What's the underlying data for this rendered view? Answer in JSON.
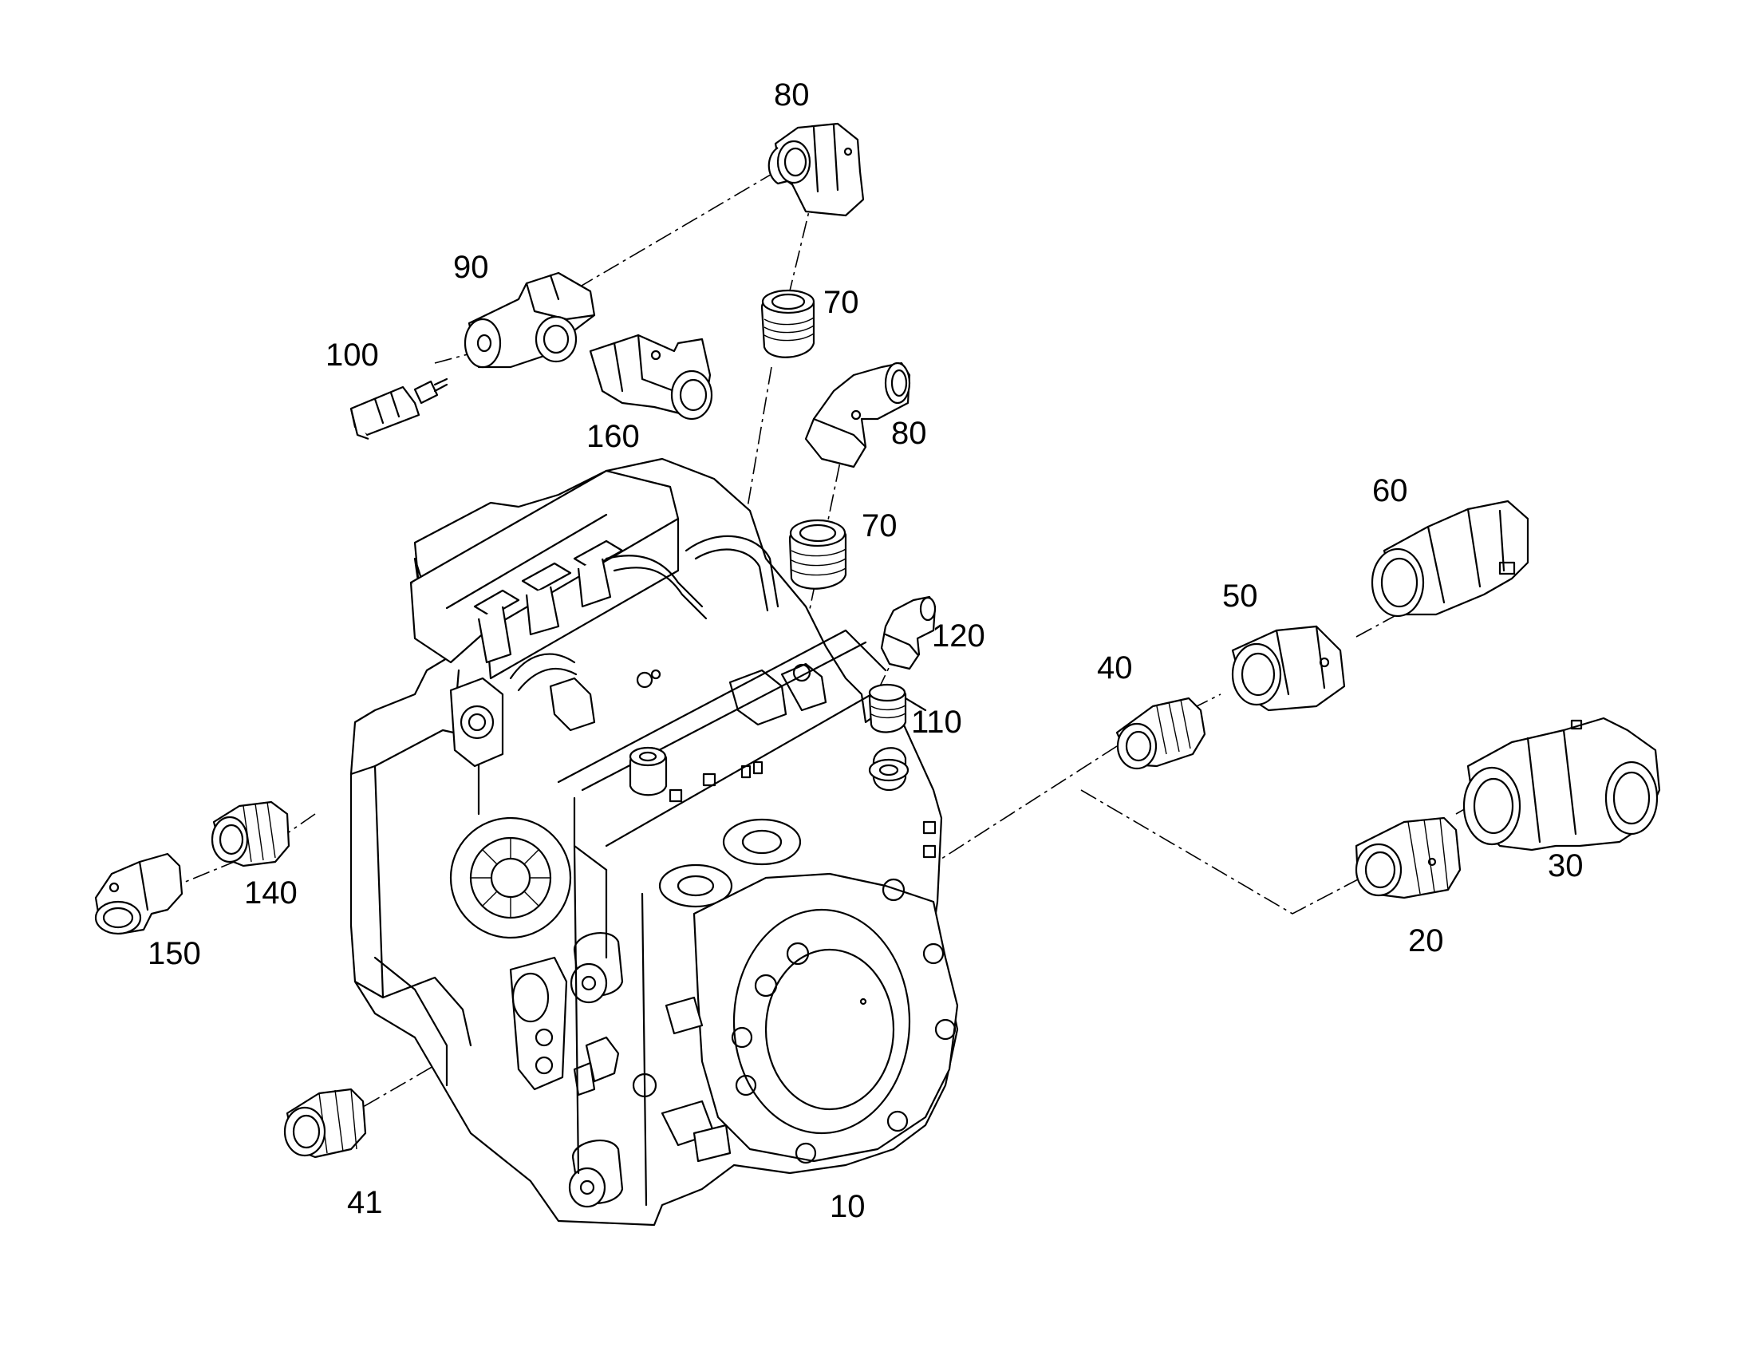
{
  "labels": {
    "p10": "10",
    "p20": "20",
    "p30": "30",
    "p40": "40",
    "p41": "41",
    "p50": "50",
    "p60": "60",
    "p70a": "70",
    "p70b": "70",
    "p80a": "80",
    "p80b": "80",
    "p90": "90",
    "p100": "100",
    "p110": "110",
    "p120": "120",
    "p140": "140",
    "p150": "150",
    "p160": "160"
  }
}
